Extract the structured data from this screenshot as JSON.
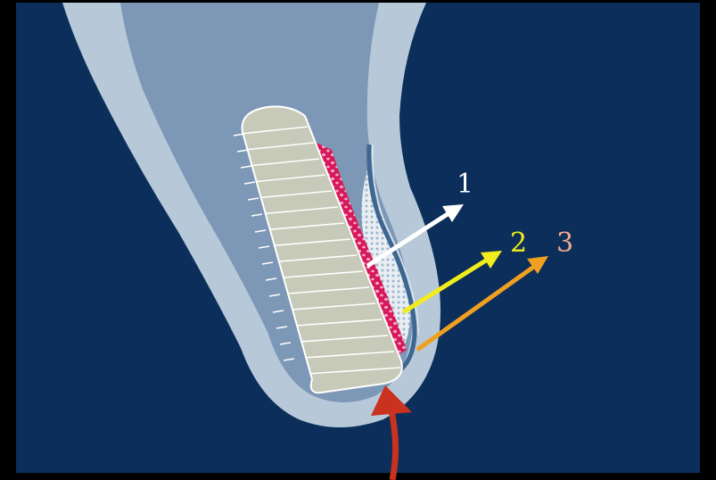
{
  "labels": {
    "one": "1",
    "two": "2",
    "three": "3"
  },
  "colors": {
    "background": "#0b2e5a",
    "frame": "#000000",
    "bone_outer": "#b7c9d8",
    "bone_inner": "#7d98b6",
    "implant": "#c7c9b9",
    "implant_thread": "#ffffff",
    "graft_red": "#d6195a",
    "graft_white": "#eef3f7",
    "membrane": "#4a6f95",
    "arrow_1": "#ffffff",
    "arrow_2": "#f2ec1c",
    "arrow_3": "#f0a020",
    "arrow_curved": "#c8321e",
    "label_1": "#ffffff",
    "label_2": "#f2ec1c",
    "label_3": "#f2a98c"
  }
}
